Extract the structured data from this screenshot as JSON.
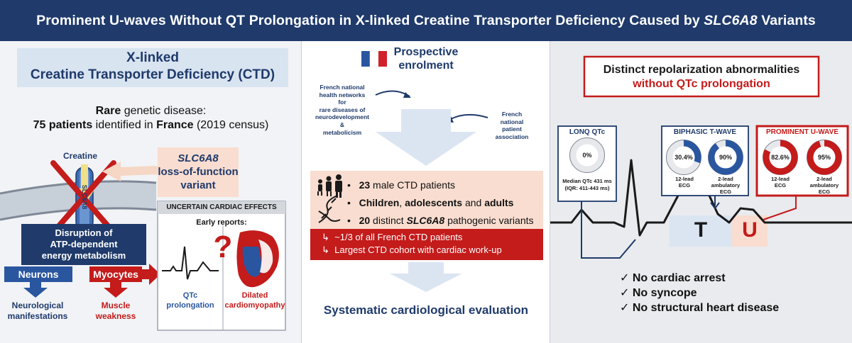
{
  "header": {
    "title_pre": "Prominent U-waves Without QT Prolongation in X-linked Creatine Transporter Deficiency Caused by ",
    "title_gene": "SLC6A8",
    "title_post": " Variants"
  },
  "left": {
    "title_line1": "X-linked",
    "title_line2": "Creatine Transporter Deficiency (CTD)",
    "rare_bold": "Rare",
    "rare_rest": " genetic disease:",
    "patients_count": "75 patients",
    "patients_mid": " identified in ",
    "patients_country": "France",
    "patients_census": " (2019 census)",
    "creatine_label": "Creatine",
    "transporter_label": "SLC6A8",
    "variant_gene": "SLC6A8",
    "variant_line2": "loss-of-function",
    "variant_line3": "variant",
    "disruption_line1": "Disruption of",
    "disruption_line2": "ATP-dependent",
    "disruption_line3": "energy metabolism",
    "neurons_label": "Neurons",
    "myocytes_label": "Myocytes",
    "neuro_line1": "Neurological",
    "neuro_line2": "manifestations",
    "muscle_line1": "Muscle",
    "muscle_line2": "weakness",
    "uncertain_title": "UNCERTAIN CARDIAC EFFECTS",
    "early_reports": "Early reports:",
    "question_mark": "?",
    "qtc_line1": "QTc",
    "qtc_line2": "prolongation",
    "dilated_line1": "Dilated",
    "dilated_line2": "cardiomyopathy"
  },
  "middle": {
    "prospective_line1": "Prospective",
    "prospective_line2": "enrolment",
    "networks_lines": [
      "French national",
      "health networks",
      "for",
      "rare diseases of",
      "neurodevelopment",
      "&",
      "metabolicism"
    ],
    "association_lines": [
      "French",
      "national",
      "patient",
      "association"
    ],
    "bullet": "•",
    "bullet1_bold": "23",
    "bullet1_rest": " male CTD patients",
    "bullet2_bold1": "Children",
    "bullet2_mid1": ", ",
    "bullet2_bold2": "adolescents",
    "bullet2_mid2": " and ",
    "bullet2_bold3": "adults",
    "bullet3_bold": "20",
    "bullet3_mid": " distinct ",
    "bullet3_gene": "SLC6A8",
    "bullet3_rest": " pathogenic variants",
    "red_mark": "↳",
    "red_line1": "~1/3 of all French CTD patients",
    "red_line2": "Largest CTD cohort with cardiac work-up",
    "systematic": "Systematic cardiological evaluation"
  },
  "right": {
    "distinct_line1": "Distinct repolarization abnormalities",
    "distinct_line2": "without QTc prolongation",
    "longq_title": "LONQ QTc",
    "longq_value": "0%",
    "longq_caption1": "Median QTc 431 ms",
    "longq_caption2": "(IQR: 411-443 ms)",
    "biphasic_title": "BIPHASIC T-WAVE",
    "biphasic_val1": "30.4%",
    "biphasic_val2": "90%",
    "biphasic_cap1": [
      "12-lead",
      "ECG"
    ],
    "biphasic_cap2": [
      "2-lead",
      "ambulatory",
      "ECG"
    ],
    "uwave_title": "PROMINENT U-WAVE",
    "uwave_val1": "82.6%",
    "uwave_val2": "95%",
    "uwave_cap1": [
      "12-lead",
      "ECG"
    ],
    "uwave_cap2": [
      "2-lead",
      "ambulatory",
      "ECG"
    ],
    "t_label": "T",
    "u_label": "U",
    "check_mark": "✓",
    "check1": "No cardiac arrest",
    "check2": "No syncope",
    "check3": "No structural heart disease"
  },
  "colors": {
    "navy": "#1f3a6b",
    "blue": "#2a56a0",
    "red": "#c41b1b",
    "peach": "#f9ddd0",
    "light_blue": "#dbe5f2"
  },
  "chart_data": {
    "type": "pie",
    "charts": [
      {
        "group": "LONQ QTc",
        "value": 0
      },
      {
        "group": "BIPHASIC T-WAVE",
        "caption": "12-lead ECG",
        "value": 30.4
      },
      {
        "group": "BIPHASIC T-WAVE",
        "caption": "2-lead ambulatory ECG",
        "value": 90
      },
      {
        "group": "PROMINENT U-WAVE",
        "caption": "12-lead ECG",
        "value": 82.6
      },
      {
        "group": "PROMINENT U-WAVE",
        "caption": "2-lead ambulatory ECG",
        "value": 95
      }
    ]
  }
}
